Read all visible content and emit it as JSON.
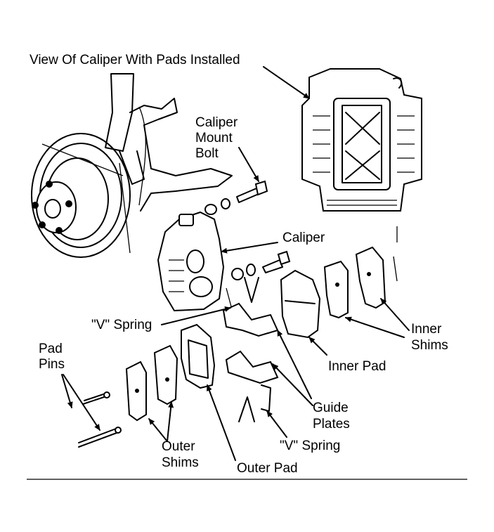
{
  "labels": {
    "view_caliper": "View Of Caliper With Pads Installed",
    "caliper_mount_bolt": [
      "Caliper",
      "Mount",
      "Bolt"
    ],
    "caliper": "Caliper",
    "v_spring_left": "\"V\" Spring",
    "pad_pins": [
      "Pad",
      "Pins"
    ],
    "inner_shims": [
      "Inner",
      "Shims"
    ],
    "inner_pad": "Inner Pad",
    "guide_plates": [
      "Guide",
      "Plates"
    ],
    "v_spring_bottom": "\"V\" Spring",
    "outer_shims": [
      "Outer",
      "Shims"
    ],
    "outer_pad": "Outer Pad"
  }
}
